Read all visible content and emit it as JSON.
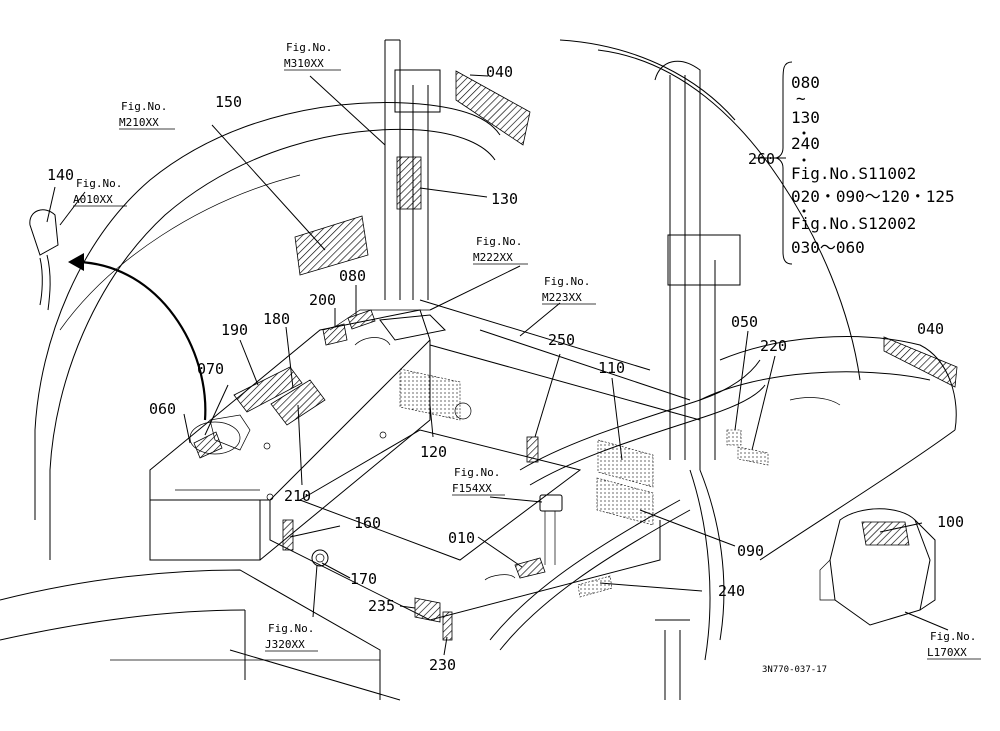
{
  "figure_refs": {
    "m310": {
      "line1": "Fig.No.",
      "line2": "M310XX"
    },
    "m210": {
      "line1": "Fig.No.",
      "line2": "M210XX"
    },
    "a010": {
      "line1": "Fig.No.",
      "line2": "A010XX"
    },
    "m222": {
      "line1": "Fig.No.",
      "line2": "M222XX"
    },
    "m223": {
      "line1": "Fig.No.",
      "line2": "M223XX"
    },
    "f154": {
      "line1": "Fig.No.",
      "line2": "F154XX"
    },
    "j320": {
      "line1": "Fig.No.",
      "line2": "J320XX"
    },
    "l170": {
      "line1": "Fig.No.",
      "line2": "L170XX"
    }
  },
  "callouts": {
    "c040a": "040",
    "c040b": "040",
    "c150": "150",
    "c140": "140",
    "c130": "130",
    "c080": "080",
    "c200": "200",
    "c190": "190",
    "c180": "180",
    "c070": "070",
    "c060": "060",
    "c250": "250",
    "c110": "110",
    "c050": "050",
    "c220": "220",
    "c120": "120",
    "c210": "210",
    "c160": "160",
    "c010": "010",
    "c170": "170",
    "c235": "235",
    "c230": "230",
    "c240": "240",
    "c090": "090",
    "c100": "100",
    "c260": "260"
  },
  "legend": {
    "line1": "080",
    "line2": "~",
    "line3": "130",
    "line4": "240",
    "line5": "Fig.No.S11002",
    "line6": "020・090〜120・125",
    "line7": "Fig.No.S12002",
    "line8": "030〜060"
  },
  "drawing_code": "3N770-037-17"
}
